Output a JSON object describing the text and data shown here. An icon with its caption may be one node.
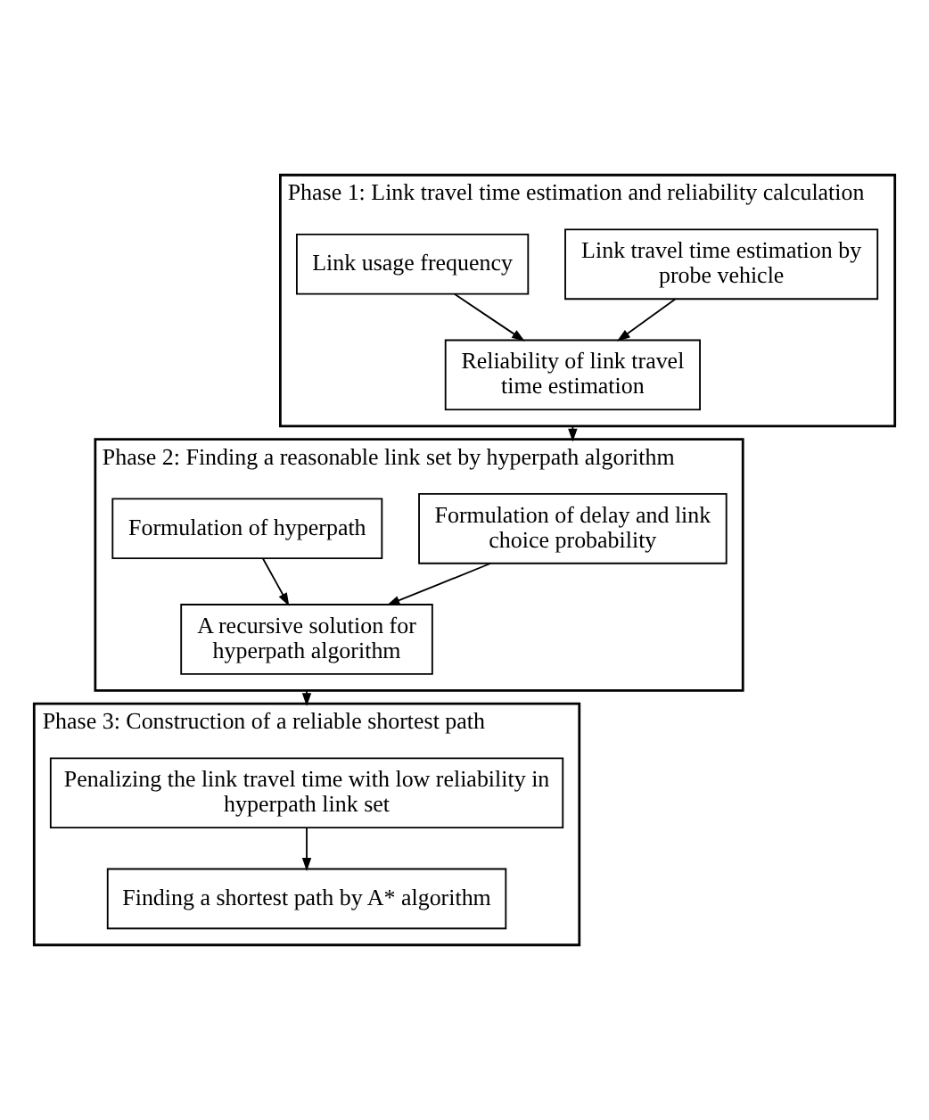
{
  "diagram": {
    "nodes": [
      {
        "text": [
          "Phase 1: Link travel time estimation and reliability calculation"
        ]
      },
      {
        "text": [
          "Link travel time estimation by probe vehicle"
        ],
        "in": 0
      },
      {
        "text": [
          "Link usage frequency"
        ],
        "in": 0
      },
      {
        "text": [
          "Reliability of link travel time estimation"
        ],
        "in": 0
      },
      {
        "text": [
          "Phase 2: Finding a reasonable link set by hyperpath algorithm"
        ]
      },
      {
        "text": [
          "Formulation of delay and link choice probability"
        ],
        "in": 4
      },
      {
        "text": [
          "Formulation of hyperpath"
        ],
        "in": 4
      },
      {
        "text": [
          "A recursive solution for hyperpath algorithm"
        ],
        "in": 4
      },
      {
        "text": [
          "Phase 3: Construction of a reliable shortest path"
        ]
      },
      {
        "text": [
          "Penalizing the link travel time with low reliability in hyperpath link set"
        ],
        "in": 8
      },
      {
        "text": [
          "Finding a shortest path by A* algorithm"
        ],
        "in": 8
      }
    ],
    "edges": [
      {
        "from": 1,
        "to": 3,
        "arrow": "to"
      },
      {
        "from": 2,
        "to": 3,
        "arrow": "to"
      },
      {
        "from": 0,
        "to": 4,
        "arrow": "to"
      },
      {
        "from": 5,
        "to": 7,
        "arrow": "to"
      },
      {
        "from": 6,
        "to": 7,
        "arrow": "to"
      },
      {
        "from": 4,
        "to": 8,
        "arrow": "to"
      },
      {
        "from": 9,
        "to": 10,
        "arrow": "to"
      }
    ]
  }
}
